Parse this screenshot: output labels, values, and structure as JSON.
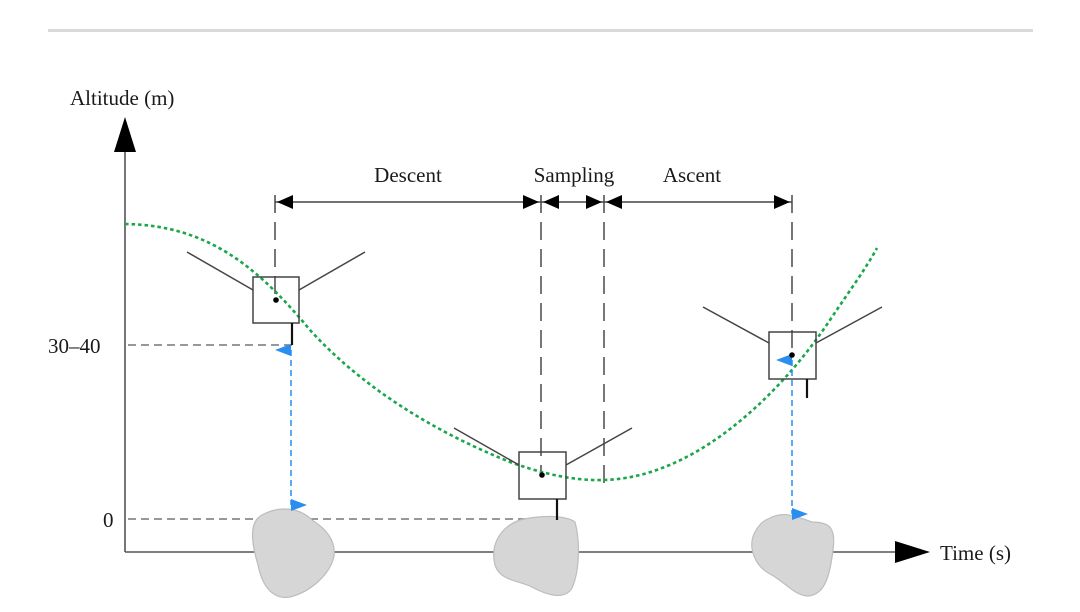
{
  "diagram": {
    "title": "Drone water sampling flight profile",
    "axes": {
      "y_label": "Altitude (m)",
      "x_label": "Time (s)",
      "y_ticks": [
        {
          "label": "30–40",
          "meaning": "hover altitude above water"
        },
        {
          "label": "0",
          "meaning": "water surface"
        }
      ]
    },
    "phases": [
      {
        "label": "Descent"
      },
      {
        "label": "Sampling"
      },
      {
        "label": "Ascent"
      }
    ],
    "drones": [
      {
        "position": "start",
        "state": "hovering at 30-40 m"
      },
      {
        "position": "sampling",
        "state": "probe touching water"
      },
      {
        "position": "end",
        "state": "hovering after ascent"
      }
    ],
    "water_bodies": 3,
    "trajectory": {
      "style": "dotted",
      "color": "#1aa64a"
    },
    "colors": {
      "axis": "#444444",
      "arrow": "#000000",
      "dashed": "#707070",
      "measure_arrow": "#2a8ef0",
      "water": "#d6d6d6",
      "water_edge": "#bdbdbd"
    }
  }
}
